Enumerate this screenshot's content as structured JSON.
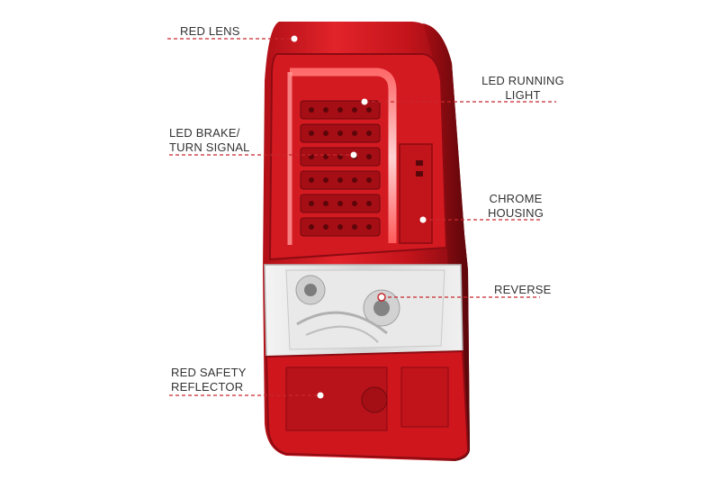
{
  "callouts": {
    "red_lens": "RED LENS",
    "led_running_light": [
      "LED RUNNING",
      "LIGHT"
    ],
    "led_brake_turn": [
      "LED BRAKE/",
      "TURN SIGNAL"
    ],
    "chrome_housing": [
      "CHROME",
      "HOUSING"
    ],
    "reverse": "REVERSE",
    "red_safety_reflector": [
      "RED SAFETY",
      "REFLECTOR"
    ]
  },
  "colors": {
    "lens_red": "#c9151c",
    "lens_dark": "#7a0a10",
    "chrome": "#e6e6e6",
    "dash_line": "#c8282e",
    "text": "#333333"
  }
}
